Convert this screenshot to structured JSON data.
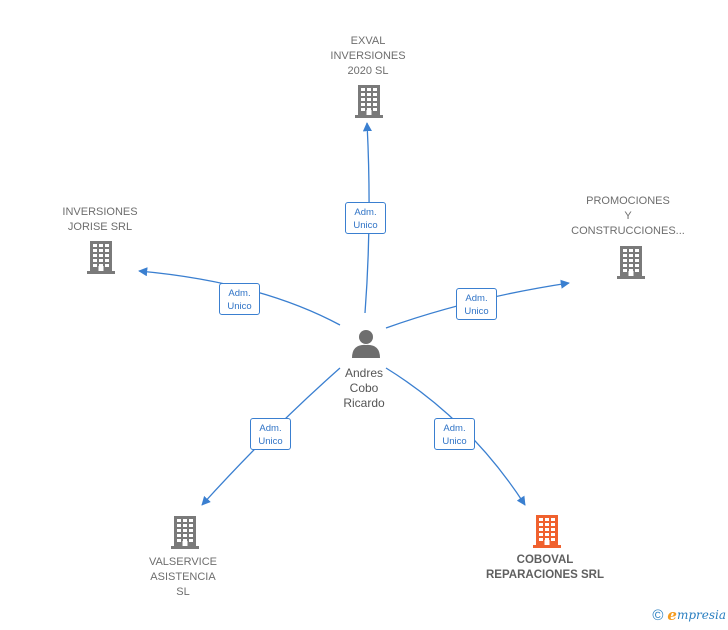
{
  "center": {
    "name": "Andres\nCobo\nRicardo",
    "icon": "person-icon"
  },
  "companies": [
    {
      "id": "exval",
      "name": "EXVAL\nINVERSIONES\n2020  SL",
      "highlight": false,
      "edge": [
        "Adm.",
        "Unico"
      ]
    },
    {
      "id": "jorise",
      "name": "INVERSIONES\nJORISE SRL",
      "highlight": false,
      "edge": [
        "Adm.",
        "Unico"
      ]
    },
    {
      "id": "promociones",
      "name": "PROMOCIONES\nY\nCONSTRUCCIONES...",
      "highlight": false,
      "edge": [
        "Adm.",
        "Unico"
      ]
    },
    {
      "id": "valservice",
      "name": "VALSERVICE\nASISTENCIA\nSL",
      "highlight": false,
      "edge": [
        "Adm.",
        "Unico"
      ]
    },
    {
      "id": "coboval",
      "name": "COBOVAL\nREPARACIONES SRL",
      "highlight": true,
      "edge": [
        "Adm.",
        "Unico"
      ]
    }
  ],
  "colors": {
    "edge": "#3a7fd0",
    "building": "#7a7a7a",
    "building_highlight": "#f0612e",
    "person": "#6e6e6e"
  },
  "footer": {
    "symbol": "©",
    "brand_first": "e",
    "brand_rest": "mpresia"
  }
}
